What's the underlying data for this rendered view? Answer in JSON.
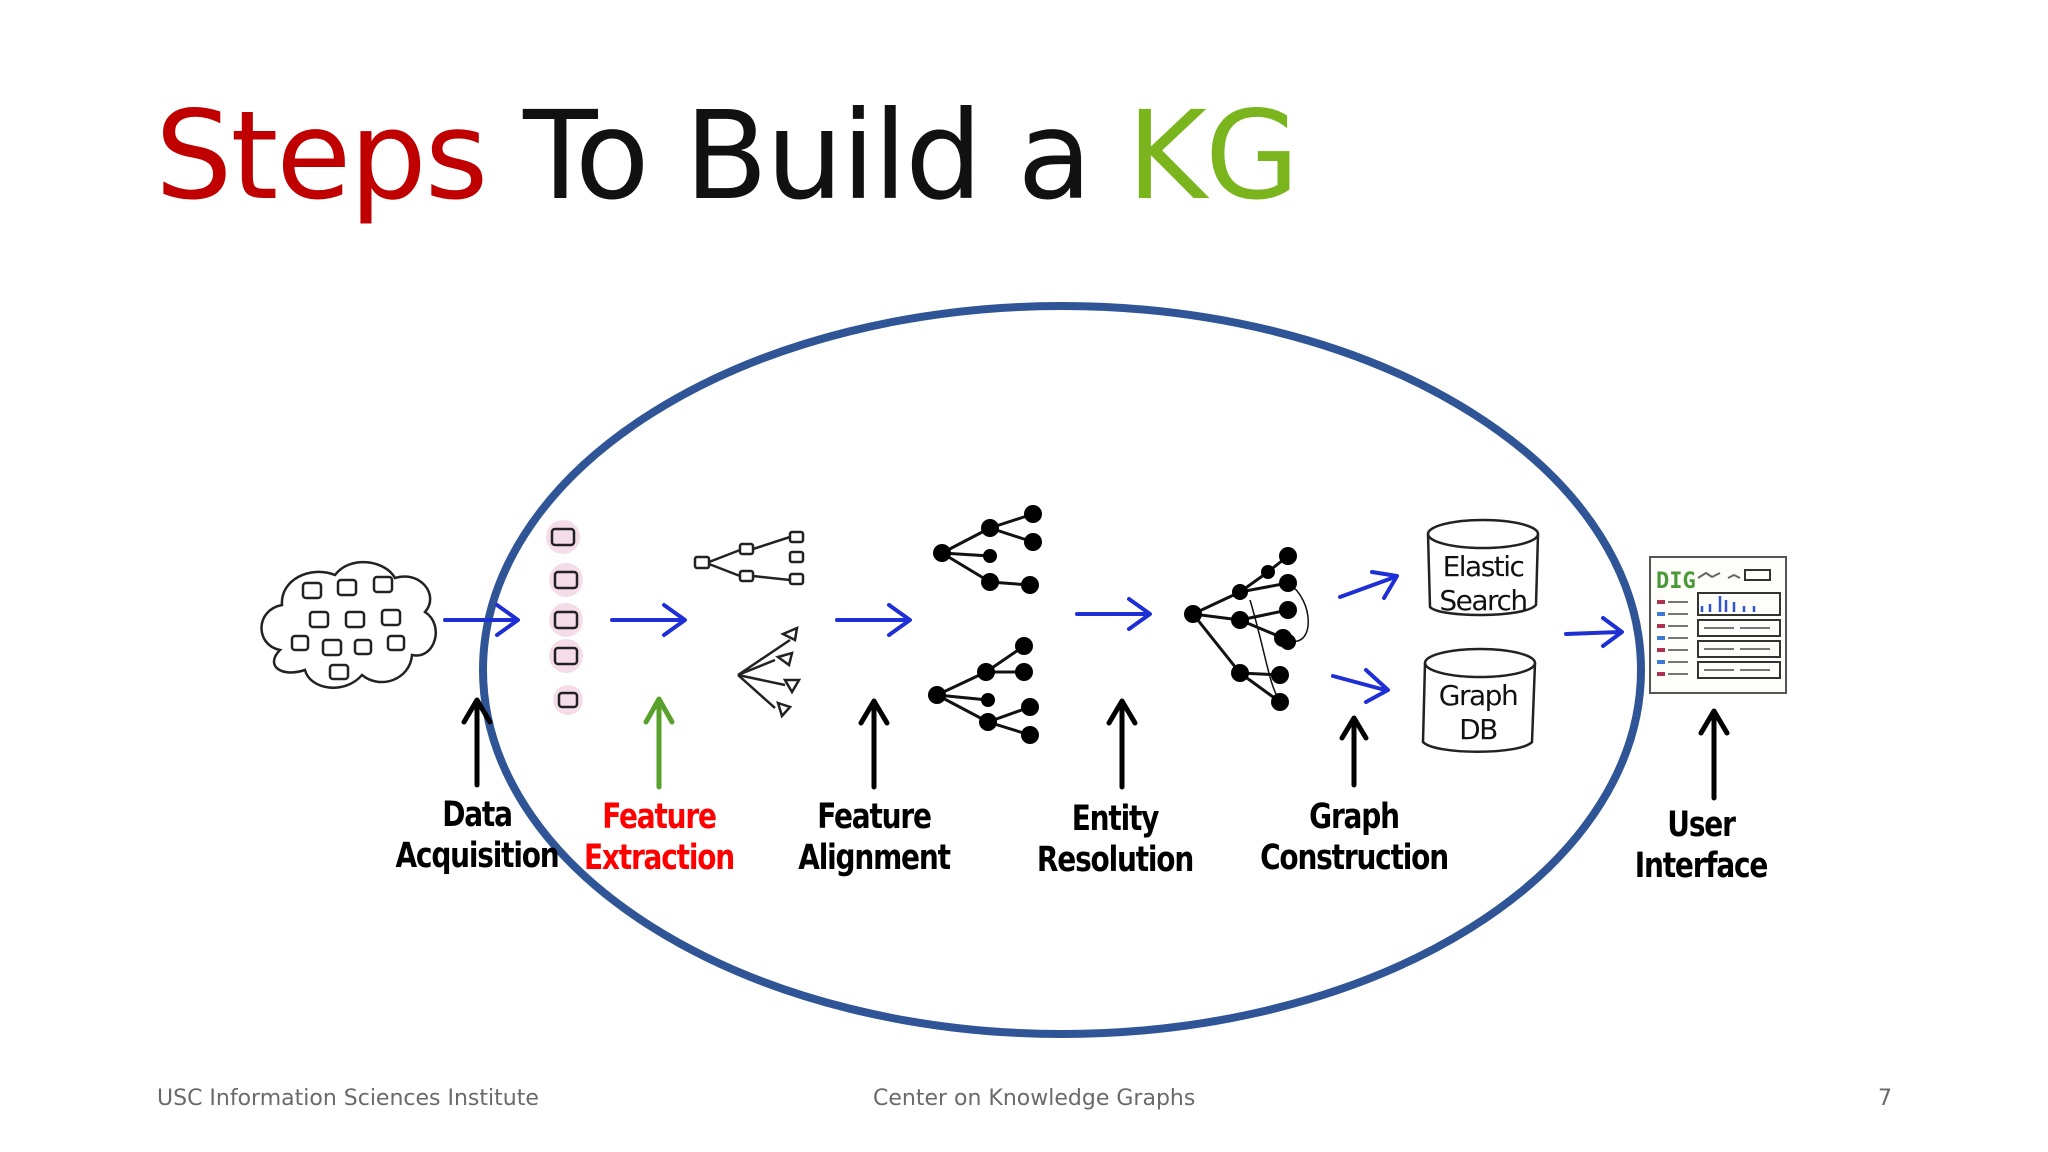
{
  "slide": {
    "title": {
      "part1": "Steps",
      "part2": " To Build a ",
      "part3": "KG",
      "part1_color": "#c00000",
      "part3_color": "#7ab51d"
    },
    "stages": [
      {
        "line1": "Data",
        "line2": "Acquisition",
        "color": "#000000",
        "arrow_color": "#000000"
      },
      {
        "line1": "Feature",
        "line2": "Extraction",
        "color": "#ff0000",
        "arrow_color": "#5aa02c"
      },
      {
        "line1": "Feature",
        "line2": "Alignment",
        "color": "#000000",
        "arrow_color": "#000000"
      },
      {
        "line1": "Entity",
        "line2": "Resolution",
        "color": "#000000",
        "arrow_color": "#000000"
      },
      {
        "line1": "Graph",
        "line2": "Construction",
        "color": "#000000",
        "arrow_color": "#000000"
      },
      {
        "line1": "User",
        "line2": "Interface",
        "color": "#000000",
        "arrow_color": "#000000"
      }
    ],
    "stores": [
      {
        "line1": "Elastic",
        "line2": "Search"
      },
      {
        "line1": "Graph",
        "line2": "DB"
      }
    ],
    "ui_logo": "DIG",
    "colors": {
      "ellipse": "#2f5597",
      "flow_arrows": "#1f2fd6",
      "ui_logo": "#4a9a3a"
    },
    "footer": {
      "left": "USC Information Sciences Institute",
      "center": "Center on Knowledge Graphs",
      "page": "7"
    }
  }
}
